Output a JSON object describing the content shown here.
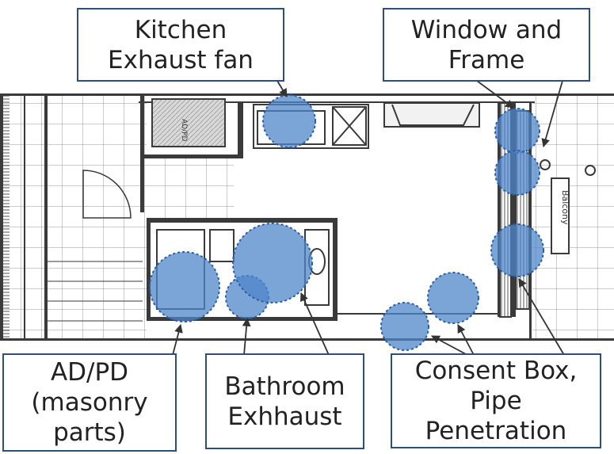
{
  "plan": {
    "labels": {
      "balcony": "Balcony",
      "ad_pd": "AD/PD"
    }
  },
  "callouts": {
    "kitchen": {
      "lines": [
        "Kitchen",
        "Exhaust  fan"
      ]
    },
    "window": {
      "lines": [
        "Window and",
        "Frame"
      ]
    },
    "adpd": {
      "lines": [
        "AD/PD",
        "(masonry",
        "parts)"
      ]
    },
    "bathroom": {
      "lines": [
        "Bathroom",
        "Exhhaust"
      ]
    },
    "consent": {
      "lines": [
        "Consent Box,",
        "Pipe",
        "Penetration"
      ]
    }
  },
  "colors": {
    "marker_fill": "#4f86c9",
    "marker_stroke": "#2c5ea6",
    "callout_border": "#2f4f7a",
    "plan_lines": "#3a3a3a",
    "arrow": "#333333"
  }
}
